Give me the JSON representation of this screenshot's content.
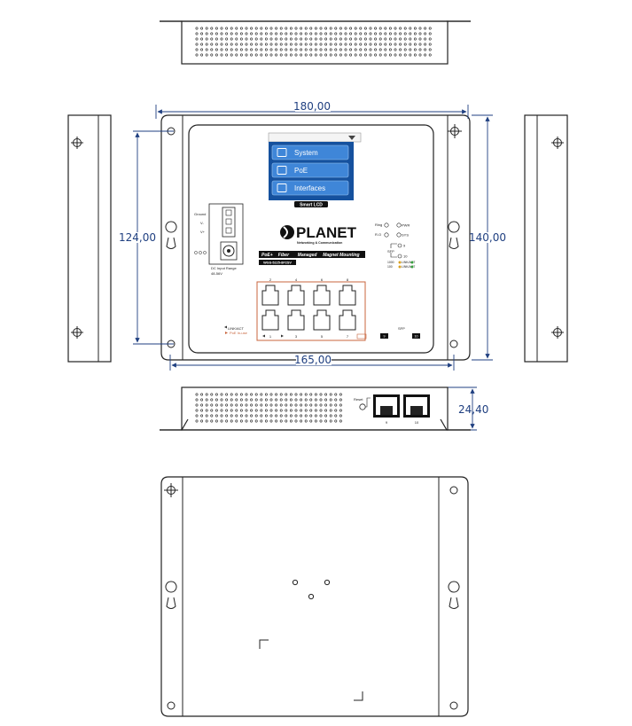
{
  "dimensions": {
    "total_width": "180,00",
    "inner_width": "165,00",
    "height_inner": "124,00",
    "height_total": "140,00",
    "depth": "24,40"
  },
  "lcd": {
    "menu": [
      "System",
      "PoE",
      "Interfaces"
    ],
    "caption": "Smart LCD"
  },
  "brand": {
    "name": "PLANET",
    "tagline": "Networking & Communication",
    "features": [
      "PoE+",
      "Fiber",
      "Managed",
      "Magnet Mounting"
    ],
    "model": "WGS-5225-8P2SV"
  },
  "power": {
    "terminals": [
      "Ground",
      "V-",
      "V+"
    ],
    "input_label": "DC Input Range",
    "input_range": "48-56V"
  },
  "leds": {
    "labels": [
      "Ring",
      "PWR",
      "R.O",
      "SYS"
    ],
    "sfp": "SFP",
    "sfp_ports": [
      "9",
      "10"
    ],
    "speed_1000": "1000",
    "speed_100": "100",
    "link_act": "LINK/ACT"
  },
  "ports": {
    "top_numbers": [
      "2",
      "4",
      "6",
      "8"
    ],
    "bottom_numbers": [
      "1",
      "3",
      "5",
      "7"
    ],
    "legend": [
      "LINK/ACT",
      "PoE In-use"
    ],
    "sfp_label": "SFP",
    "sfp_numbers": [
      "9",
      "10"
    ]
  },
  "side": {
    "reset": "Reset",
    "sfp_numbers": [
      "9",
      "10"
    ]
  },
  "colors": {
    "dimension": "#1f3f80",
    "line": "#222222",
    "lcd_blue": "#2f6fc8",
    "port_frame": "#c8643c",
    "logo_bg": "#111111"
  }
}
